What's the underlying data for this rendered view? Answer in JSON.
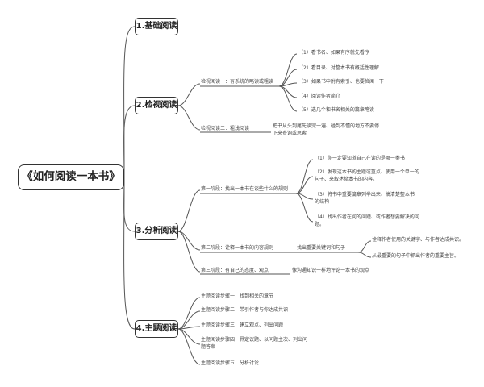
{
  "root": {
    "label": "《如何阅读一本书》"
  },
  "branches": [
    {
      "label": "1.基础阅读",
      "children": []
    },
    {
      "label": "2.检视阅读",
      "children": [
        {
          "label": "检视阅读一：有系统的略读或粗读",
          "children": [
            {
              "label": "（1）看书名、如果有序就先看序"
            },
            {
              "label": "（2）看目录、对整本书有概括性理解"
            },
            {
              "label": "（3）如果书中附有索引、也要检阅一下"
            },
            {
              "label": "（4）阅读作者简介"
            },
            {
              "label": "（5）选几个和书名相关的篇章略读"
            }
          ]
        },
        {
          "label": "检视阅读二：粗浅阅读",
          "children": [
            {
              "label": "把书从头到尾先读完一遍、碰到不懂的地方不要停下来查询或思索"
            }
          ]
        }
      ]
    },
    {
      "label": "3.分析阅读",
      "children": [
        {
          "label": "第一阶段：找出一本书在谈些什么的规则",
          "children": [
            {
              "label": "（1）你一定要知道自己在读的是哪一类书"
            },
            {
              "label": "（2）发现这本书的主题或重点、使用一个单一的句子、来叙述整本书的内容。"
            },
            {
              "label": "（3）将书中重要篇章列举出来、搞清楚整本书的结构"
            },
            {
              "label": "（4）找出作者在问的问题、或作者想要解决的问题。"
            }
          ]
        },
        {
          "label": "第二阶段：诠释一本书的内容规则",
          "children": [
            {
              "label": "找出重要关键词和句子",
              "children": [
                {
                  "label": "诠释作者使用的关键字、与作者达成共识。"
                },
                {
                  "label": "从最重要的句子中抓出作者的重要主旨。"
                }
              ]
            }
          ]
        },
        {
          "label": "第三阶段：有自己的态度、观点",
          "children": [
            {
              "label": "像沟通知识一样地评论一本书的观点"
            }
          ]
        }
      ]
    },
    {
      "label": "4.主题阅读",
      "children": [
        {
          "label": "主题阅读步骤一：找到相关的章节"
        },
        {
          "label": "主题阅读步骤二：带引作者与你达成共识"
        },
        {
          "label": "主题阅读步骤三：建立观点、列出问题"
        },
        {
          "label": "主题阅读步骤四：界定议题、以问题主次、列出问题答案"
        },
        {
          "label": "主题阅读步骤五：分析讨论"
        }
      ]
    }
  ]
}
